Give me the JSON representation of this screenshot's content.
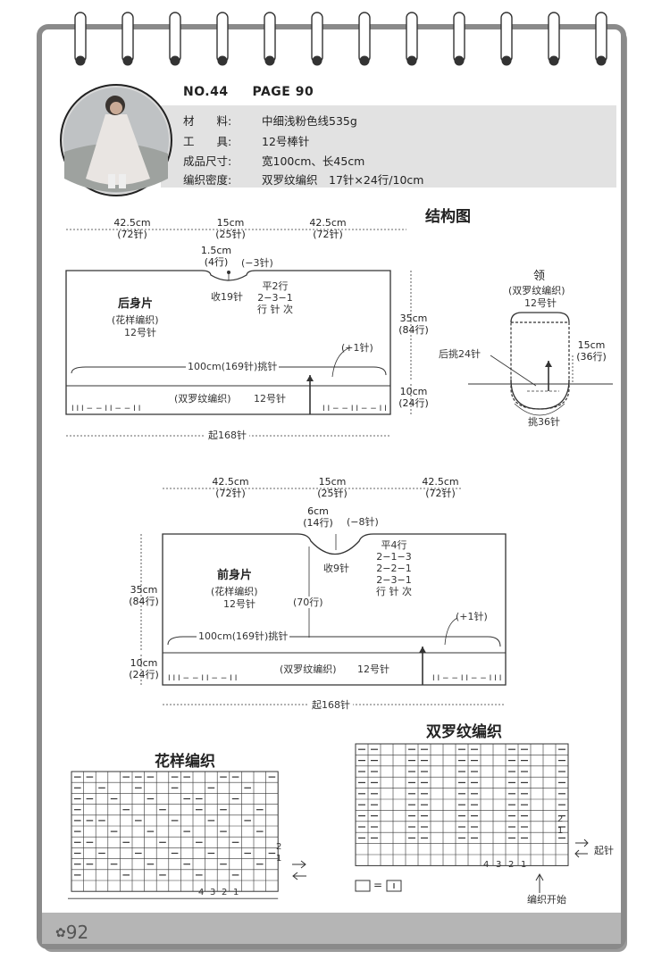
{
  "header": {
    "no": "NO.44",
    "page": "PAGE 90"
  },
  "specs": [
    {
      "k": "材　　料:",
      "v": "中细浅粉色线535g"
    },
    {
      "k": "工　　具:",
      "v": "12号棒针"
    },
    {
      "k": "成品尺寸:",
      "v": "宽100cm、长45cm"
    },
    {
      "k": "编织密度:",
      "v": "双罗纹编织　17针×24行/10cm"
    }
  ],
  "structure_title": "结构图",
  "back": {
    "name": "后身片",
    "pattern": "(花样编织)",
    "needle": "12号针",
    "dims_top": [
      {
        "cm": "42.5cm",
        "st": "(72针)"
      },
      {
        "cm": "15cm",
        "st": "(25针)"
      },
      {
        "cm": "42.5cm",
        "st": "(72针)"
      }
    ],
    "neck_cm": "1.5cm",
    "neck_rows": "(4行)",
    "neck_dec": "(−3针)",
    "neck_bind": "收19针",
    "shaping": [
      "平2行",
      "2−3−1",
      "行 针 次"
    ],
    "height_cm": "35cm",
    "height_rows": "(84行)",
    "rib_cm": "10cm",
    "rib_rows": "(24行)",
    "pick": "100cm(169针)挑针",
    "plus": "(+1针)",
    "rib_label": "(双罗纹编织)",
    "rib_needle": "12号针",
    "rib_mark_left": "I I I − − I I − − I I",
    "rib_mark_right": "I I − − I I − − I I I",
    "cast_on": "起168针"
  },
  "collar": {
    "name": "领",
    "pattern": "(双罗纹编织)",
    "needle": "12号针",
    "back_pick": "后挑24针",
    "h_cm": "15cm",
    "h_rows": "(36行)",
    "front_pick": "挑36针"
  },
  "front": {
    "name": "前身片",
    "pattern": "(花样编织)",
    "needle": "12号针",
    "dims_top": [
      {
        "cm": "42.5cm",
        "st": "(72针)"
      },
      {
        "cm": "15cm",
        "st": "(25针)"
      },
      {
        "cm": "42.5cm",
        "st": "(72针)"
      }
    ],
    "neck_cm": "6cm",
    "neck_rows": "(14行)",
    "neck_dec": "(−8针)",
    "neck_bind": "收9针",
    "shaping": [
      "平4行",
      "2−1−3",
      "2−2−1",
      "2−3−1",
      "行 针 次"
    ],
    "mid_rows": "(70行)",
    "height_cm": "35cm",
    "height_rows": "(84行)",
    "rib_cm": "10cm",
    "rib_rows": "(24行)",
    "pick": "100cm(169针)挑针",
    "plus": "(+1针)",
    "rib_label": "(双罗纹编织)",
    "rib_needle": "12号针",
    "rib_mark_left": "I I I − − I I − − I I",
    "rib_mark_right": "I I − − I I − − I I I",
    "cast_on": "起168针"
  },
  "chart_pattern": {
    "title": "花样编织",
    "row_nums": [
      "2",
      "1"
    ],
    "col_nums": [
      "4",
      "3",
      "2",
      "1"
    ]
  },
  "chart_rib": {
    "title": "双罗纹编织",
    "row_nums": [
      "2",
      "1"
    ],
    "col_nums": [
      "4",
      "3",
      "2",
      "1"
    ],
    "start_label": "起针",
    "begin_label": "编织开始",
    "legend_eq": "="
  },
  "page_number": "92",
  "colors": {
    "band": "#e2e2e2",
    "frame": "#8a8a8a",
    "line": "#333333"
  }
}
